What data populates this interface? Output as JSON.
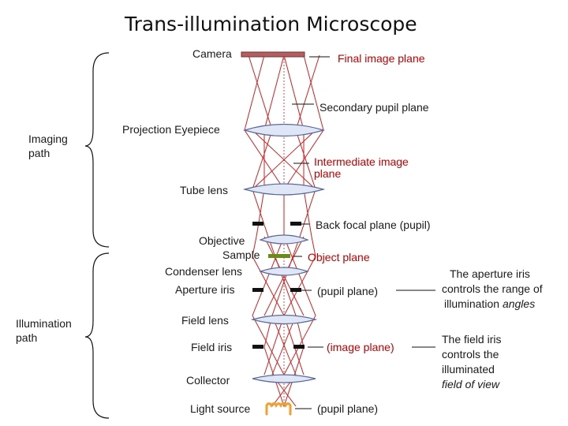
{
  "title": "Trans-illumination Microscope",
  "labels": {
    "camera": "Camera",
    "projection_eyepiece": "Projection Eyepiece",
    "tube_lens": "Tube lens",
    "objective": "Objective",
    "sample": "Sample",
    "condenser_lens": "Condenser lens",
    "aperture_iris": "Aperture iris",
    "field_lens": "Field lens",
    "field_iris": "Field iris",
    "collector": "Collector",
    "light_source": "Light source"
  },
  "planes": {
    "final_image": "Final image plane",
    "secondary_pupil": "Secondary pupil plane",
    "intermediate_line1": "Intermediate image",
    "intermediate_line2": "plane",
    "back_focal": "Back focal plane (pupil)",
    "object": "Object plane",
    "pupil_1": "(pupil plane)",
    "image_plane": "(image plane)",
    "pupil_2": "(pupil plane)"
  },
  "paths": {
    "imaging_line1": "Imaging",
    "imaging_line2": "path",
    "illumination_line1": "Illumination",
    "illumination_line2": "path"
  },
  "notes": {
    "aperture_line1": "The aperture iris",
    "aperture_line2": "controls the range of",
    "aperture_line3a": "illumination ",
    "aperture_line3b": "angles",
    "field_line1": "The field iris",
    "field_line2": "controls the",
    "field_line3": "illuminated",
    "field_line4": "field of view"
  },
  "colors": {
    "rays": "#d02020",
    "lens_fill": "#dfe6f6",
    "lens_stroke": "#5a6a96",
    "camera": "#b06060",
    "sample": "#6a8a1a",
    "lamp": "#f0a030",
    "iris": "#111111",
    "text_red": "#c00000"
  }
}
